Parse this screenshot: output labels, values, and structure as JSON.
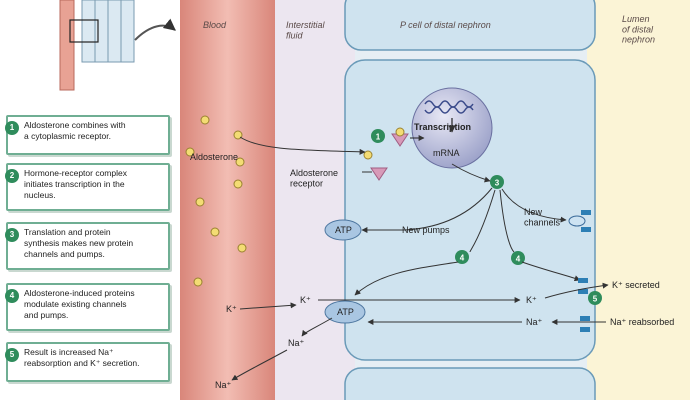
{
  "zones": {
    "blood": "Blood",
    "interstitial": "Interstitial\nfluid",
    "pcell": "P cell of distal nephron",
    "lumen": "Lumen\nof distal\nnephron"
  },
  "labels": {
    "aldosterone": "Aldosterone",
    "aldo_receptor": "Aldosterone\nreceptor",
    "transcription": "Transcription",
    "mrna": "mRNA",
    "atp": "ATP",
    "new_pumps": "New pumps",
    "new_channels": "New\nchannels",
    "k_plus": "K⁺",
    "na_plus": "Na⁺",
    "k_secreted": "K⁺ secreted",
    "na_reabsorbed": "Na⁺ reabsorbed"
  },
  "steps": [
    {
      "num": "1",
      "text": "Aldosterone combines with\na cytoplasmic receptor."
    },
    {
      "num": "2",
      "text": "Hormone-receptor complex\ninitiates transcription in the\nnucleus."
    },
    {
      "num": "3",
      "text": "Translation and protein\nsynthesis makes new protein\nchannels and pumps."
    },
    {
      "num": "4",
      "text": "Aldosterone-induced proteins\nmodulate existing channels\nand pumps."
    },
    {
      "num": "5",
      "text": "Result is increased Na⁺\nreabsorption and K⁺ secretion."
    }
  ],
  "colors": {
    "blood": "#e9a89e",
    "interstitial": "#ece6f0",
    "cell": "#cfe3ef",
    "lumen": "#fbf4d6",
    "step_green": "#2f8c5c",
    "box_border": "#6fae93"
  }
}
